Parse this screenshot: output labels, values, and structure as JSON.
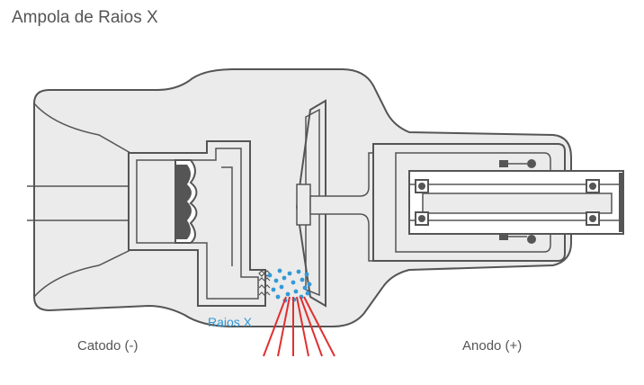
{
  "title": "Ampola de Raios X",
  "labels": {
    "cathode": "Catodo (-)",
    "anode": "Anodo (+)",
    "xrays": "Raios X"
  },
  "colors": {
    "glass_fill": "#ebebeb",
    "line": "#555555",
    "xray_label": "#2f97d4",
    "particles": "#3399d6",
    "rays": "#e03030",
    "text": "#555555"
  }
}
